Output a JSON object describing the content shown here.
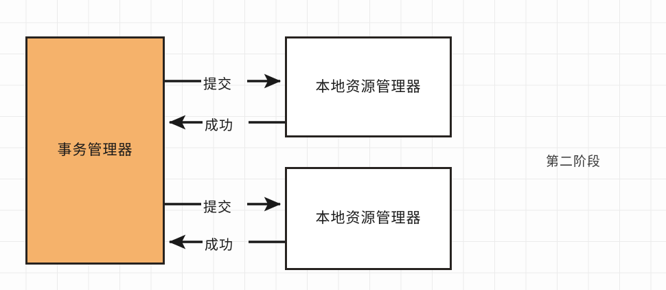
{
  "diagram": {
    "title_label": "第二阶段",
    "nodes": [
      {
        "id": "transaction-manager",
        "label": "事务管理器",
        "fill": "#f5b26b",
        "stroke": "#272320"
      },
      {
        "id": "local-resource-manager-1",
        "label": "本地资源管理器",
        "fill": "#ffffff",
        "stroke": "#272320"
      },
      {
        "id": "local-resource-manager-2",
        "label": "本地资源管理器",
        "fill": "#ffffff",
        "stroke": "#272320"
      }
    ],
    "edges": [
      {
        "id": "commit-1",
        "label": "提交",
        "direction": "right",
        "from": "transaction-manager",
        "to": "local-resource-manager-1"
      },
      {
        "id": "success-1",
        "label": "成功",
        "direction": "left",
        "from": "local-resource-manager-1",
        "to": "transaction-manager"
      },
      {
        "id": "commit-2",
        "label": "提交",
        "direction": "right",
        "from": "transaction-manager",
        "to": "local-resource-manager-2"
      },
      {
        "id": "success-2",
        "label": "成功",
        "direction": "left",
        "from": "local-resource-manager-2",
        "to": "transaction-manager"
      }
    ],
    "colors": {
      "background": "#fdfdfd",
      "grid": "#ebebeb",
      "line": "#1a1a1a",
      "accent": "#f5b26b"
    }
  }
}
